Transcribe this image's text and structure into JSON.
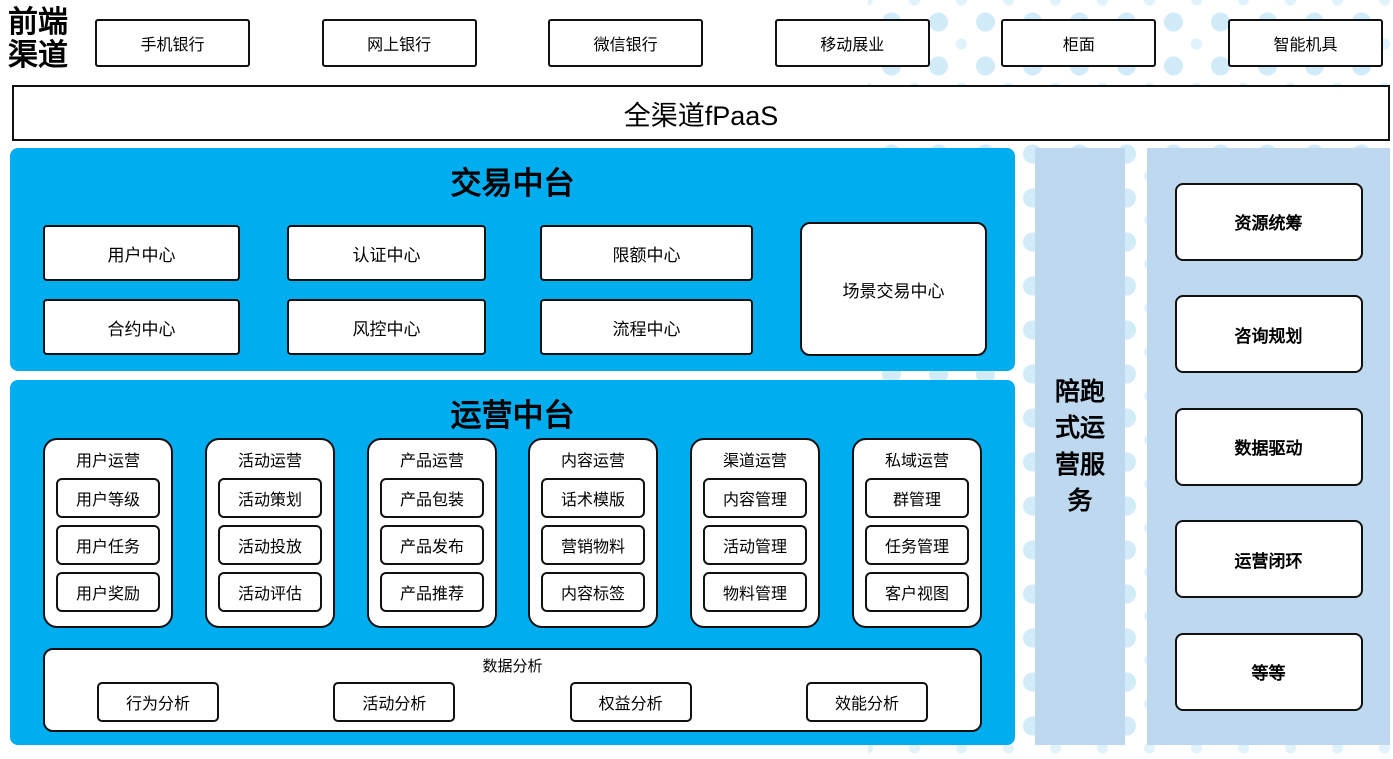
{
  "colors": {
    "panel_blue": "#00ADEF",
    "light_blue": "#BDD8EF",
    "dot_blue": "#CDE9F8",
    "border": "#111111"
  },
  "header": {
    "label": "前端渠道",
    "channels": [
      "手机银行",
      "网上银行",
      "微信银行",
      "移动展业",
      "柜面",
      "智能机具"
    ]
  },
  "fpaas": {
    "label": "全渠道fPaaS"
  },
  "trade_platform": {
    "title": "交易中台",
    "row1": [
      "用户中心",
      "认证中心",
      "限额中心"
    ],
    "row2": [
      "合约中心",
      "风控中心",
      "流程中心"
    ],
    "tall_box": "场景交易中心"
  },
  "ops_platform": {
    "title": "运营中台",
    "groups": [
      {
        "title": "用户运营",
        "items": [
          "用户等级",
          "用户任务",
          "用户奖励"
        ]
      },
      {
        "title": "活动运营",
        "items": [
          "活动策划",
          "活动投放",
          "活动评估"
        ]
      },
      {
        "title": "产品运营",
        "items": [
          "产品包装",
          "产品发布",
          "产品推荐"
        ]
      },
      {
        "title": "内容运营",
        "items": [
          "话术模版",
          "营销物料",
          "内容标签"
        ]
      },
      {
        "title": "渠道运营",
        "items": [
          "内容管理",
          "活动管理",
          "物料管理"
        ]
      },
      {
        "title": "私域运营",
        "items": [
          "群管理",
          "任务管理",
          "客户视图"
        ]
      }
    ],
    "analysis": {
      "title": "数据分析",
      "items": [
        "行为分析",
        "活动分析",
        "权益分析",
        "效能分析"
      ]
    }
  },
  "side_service": {
    "label": "陪跑式运营服务"
  },
  "right_column": {
    "items": [
      "资源统筹",
      "咨询规划",
      "数据驱动",
      "运营闭环",
      "等等"
    ]
  }
}
